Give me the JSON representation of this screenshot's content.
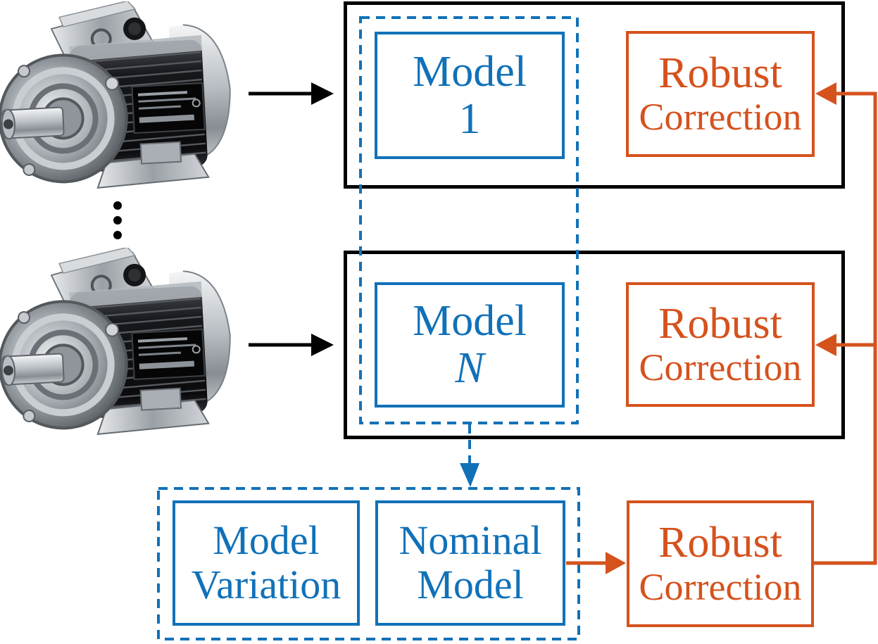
{
  "figure": {
    "type": "block-diagram",
    "colors": {
      "blue": "#1171b8",
      "orange": "#d5521d",
      "black": "#000000"
    },
    "icons": {
      "motor_top": "electric-motor-photo",
      "motor_bottom": "electric-motor-photo",
      "ellipsis": "vertical-ellipsis-dots",
      "down_arrow": "blue-dashed-down-arrow",
      "feedback_line": "orange-feedback-loop"
    },
    "group1": {
      "model_box": {
        "line1": "Model",
        "line2": "1"
      },
      "robust_box": {
        "line1": "Robust",
        "line2": "Correction"
      }
    },
    "group2": {
      "model_box": {
        "line1": "Model",
        "line2": "N"
      },
      "robust_box": {
        "line1": "Robust",
        "line2": "Correction"
      }
    },
    "bottom": {
      "model_variation_box": {
        "line1": "Model",
        "line2": "Variation"
      },
      "nominal_model_box": {
        "line1": "Nominal",
        "line2": "Model"
      },
      "robust_box": {
        "line1": "Robust",
        "line2": "Correction"
      }
    }
  }
}
